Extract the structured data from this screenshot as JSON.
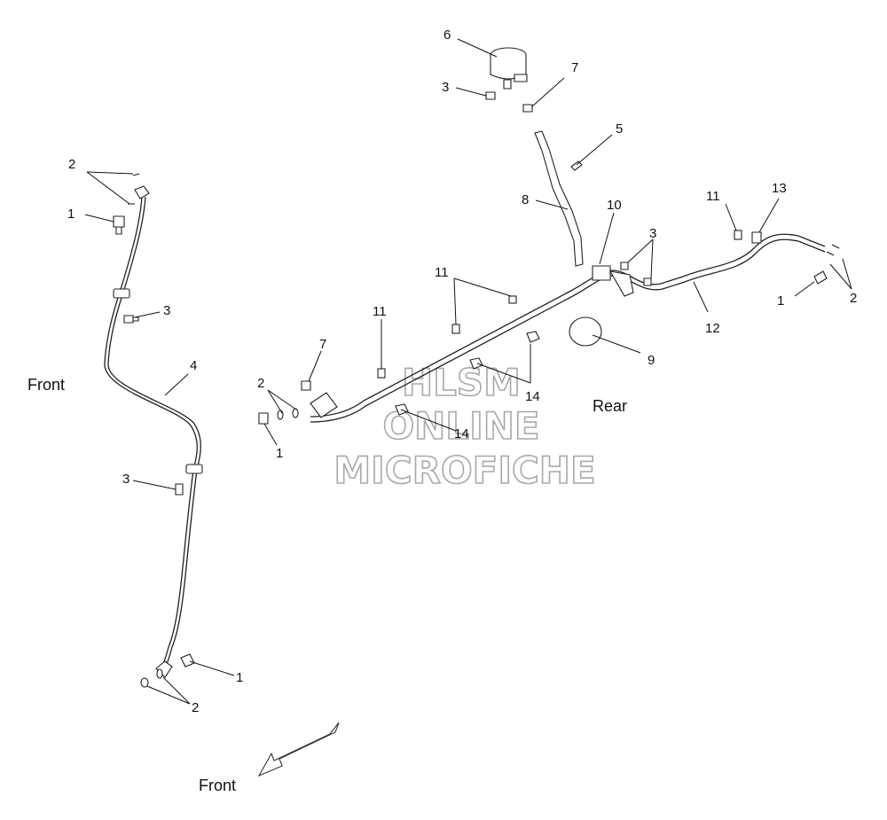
{
  "labels": {
    "front_left": "Front",
    "rear": "Rear",
    "front_arrow": "Front"
  },
  "watermark": {
    "line1": "HLSM",
    "line2": "ONLINE",
    "line3": "MICROFICHE"
  },
  "callouts": {
    "c_6": "6",
    "c_7_top": "7",
    "c_3_top": "3",
    "c_5": "5",
    "c_8": "8",
    "c_10": "10",
    "c_11_right": "11",
    "c_13": "13",
    "c_3_right": "3",
    "c_2_right": "2",
    "c_1_right": "1",
    "c_12": "12",
    "c_9": "9",
    "c_11_mid": "11",
    "c_11_center": "11",
    "c_7_mid": "7",
    "c_2_mid": "2",
    "c_1_mid": "1",
    "c_14_a": "14",
    "c_14_b": "14",
    "c_2_topleft": "2",
    "c_1_topleft": "1",
    "c_3_left": "3",
    "c_4": "4",
    "c_3_lowleft": "3",
    "c_1_bottom": "1",
    "c_2_bottom": "2"
  }
}
